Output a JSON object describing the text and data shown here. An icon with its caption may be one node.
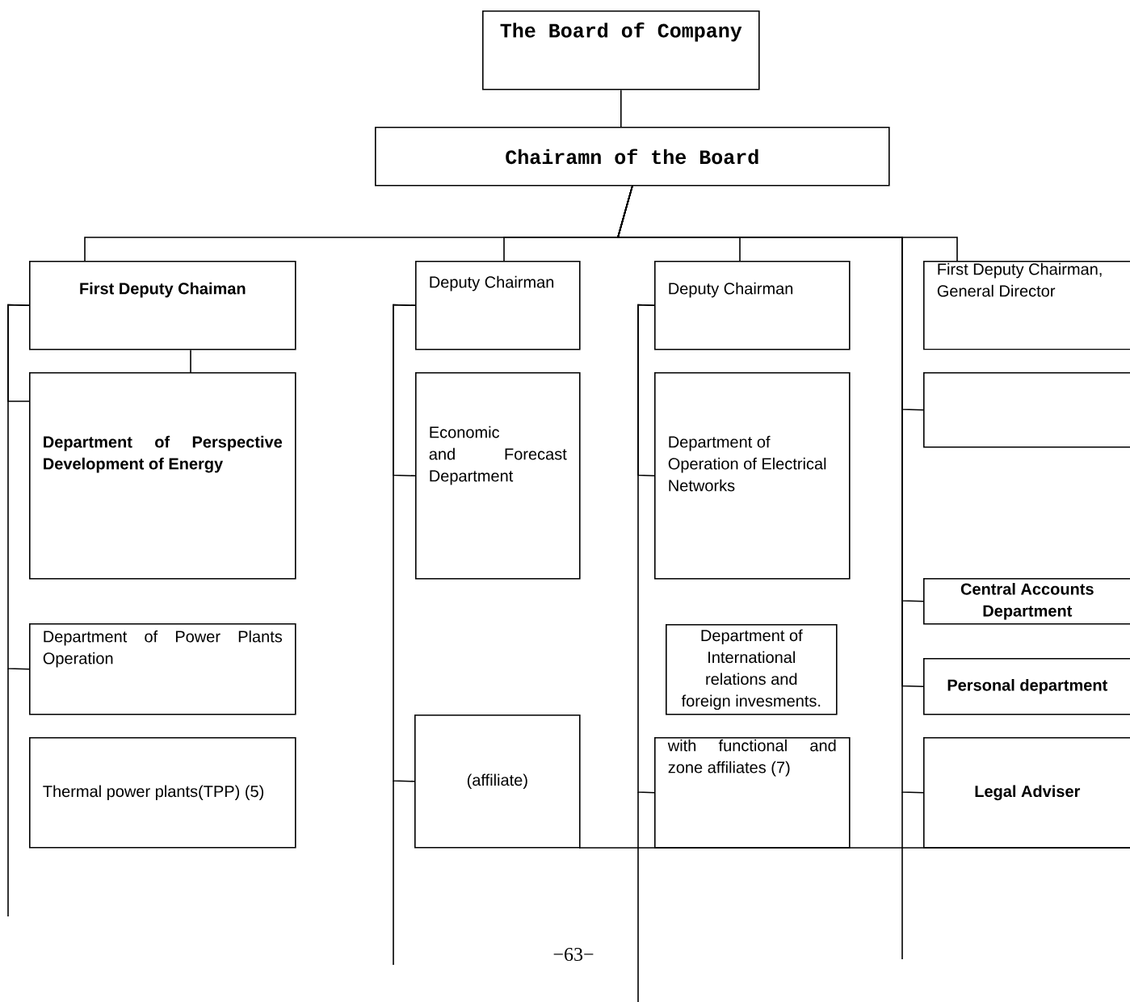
{
  "diagram": {
    "nodes": [
      {
        "text": [
          "The Board of Company"
        ]
      },
      {
        "text": [
          "Chairamn of the Board"
        ]
      },
      {
        "text": [
          "First Deputy Chaiman"
        ]
      },
      {
        "text": [
          "Department of Perspective Development of Energy"
        ]
      },
      {
        "text": [
          "Department of Power Plants Operation"
        ]
      },
      {
        "text": [
          "Thermal power plants(TPP) (5)"
        ]
      },
      {
        "text": [
          "Deputy Chairman"
        ]
      },
      {
        "text": [
          "Economic and Forecast Department"
        ]
      },
      {
        "text": [
          "(affiliate)"
        ]
      },
      {
        "text": [
          "Deputy Chairman"
        ]
      },
      {
        "text": [
          "Department of Operation of Electrical Networks"
        ]
      },
      {
        "text": [
          "Department of International relations and foreign invesments."
        ]
      },
      {
        "text": [
          "with functional and zone affiliates (7)"
        ]
      },
      {
        "text": [
          "First Deputy Chairman, General Director"
        ]
      },
      {
        "text": [],
        "shape": "box"
      },
      {
        "text": [
          "Central Accounts Department"
        ]
      },
      {
        "text": [
          "Personal department"
        ]
      },
      {
        "text": [
          "Legal Adviser"
        ]
      }
    ],
    "edges": [
      {
        "from": 0,
        "to": 1,
        "arrow": "none"
      },
      {
        "from": 1,
        "to": 2,
        "arrow": "none"
      },
      {
        "from": 1,
        "to": 6,
        "arrow": "none"
      },
      {
        "from": 1,
        "to": 9,
        "arrow": "none"
      },
      {
        "from": 1,
        "to": 13,
        "arrow": "none"
      },
      {
        "from": 1,
        "to": 14,
        "arrow": "none"
      },
      {
        "from": 1,
        "to": 15,
        "arrow": "none"
      },
      {
        "from": 1,
        "to": 16,
        "arrow": "none"
      },
      {
        "from": 1,
        "to": 17,
        "arrow": "none"
      },
      {
        "from": 2,
        "to": 3,
        "arrow": "none"
      },
      {
        "from": 2,
        "to": 4,
        "arrow": "none"
      },
      {
        "from": 6,
        "to": 7,
        "arrow": "none"
      },
      {
        "from": 6,
        "to": 8,
        "arrow": "none"
      },
      {
        "from": 9,
        "to": 10,
        "arrow": "none"
      },
      {
        "from": 9,
        "to": 12,
        "arrow": "none"
      },
      {
        "from": 2,
        "to": 3,
        "arrow": "none"
      }
    ],
    "labels": [
      "−63−"
    ]
  }
}
